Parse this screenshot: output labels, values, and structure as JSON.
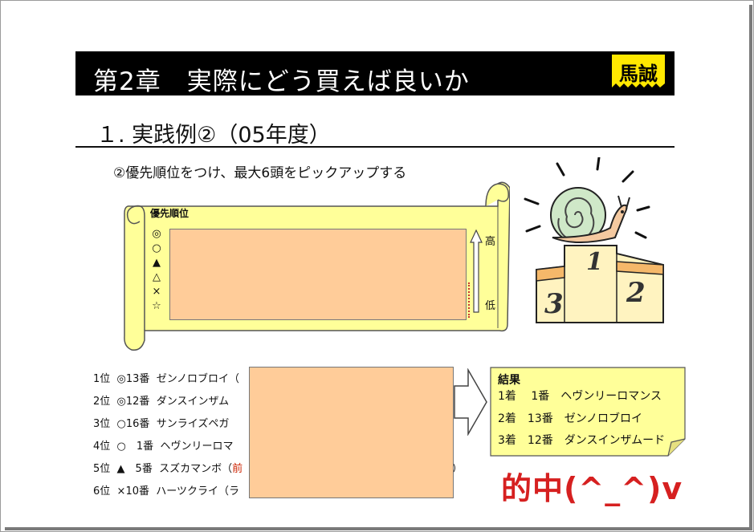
{
  "header": {
    "title": "第2章　実際にどう買えば良いか",
    "logo_text": "馬誠"
  },
  "section": {
    "title": "１. 実践例②（05年度）"
  },
  "instruction": "②優先順位をつけ、最大6頭をピックアップする",
  "priority_box": {
    "label": "優先順位",
    "symbols": [
      "◎",
      "○",
      "▲",
      "△",
      "×",
      "☆"
    ],
    "high_label": "高",
    "low_label": "低"
  },
  "rankings": [
    {
      "rank": "1位",
      "mark": "◎13番",
      "name": "ゼンノロブロイ（"
    },
    {
      "rank": "2位",
      "mark": "◎12番",
      "name": "ダンスインザム"
    },
    {
      "rank": "3位",
      "mark": "○16番",
      "name": "サンライズペガ"
    },
    {
      "rank": "4位",
      "mark": "○　1番",
      "name": "ヘヴンリーロマ"
    },
    {
      "rank": "5位",
      "mark": "▲　5番",
      "name": "スズカマンボ（",
      "extra": "前",
      "tail": "）"
    },
    {
      "rank": "6位",
      "mark": "×10番",
      "name": "ハーツクライ（ラ"
    }
  ],
  "results": {
    "heading": "結果",
    "lines": [
      "1着　 1番　ヘヴンリーロマンス",
      "2着　13番　ゼンノロブロイ",
      "3着　12番　ダンスインザムード"
    ]
  },
  "hit_text": "的中(^_^)v",
  "colors": {
    "title_bar": "#000000",
    "logo_bg": "#ffe800",
    "note_bg": "#ffff99",
    "redaction": "#ffcc99",
    "hit_red": "#d62020"
  }
}
